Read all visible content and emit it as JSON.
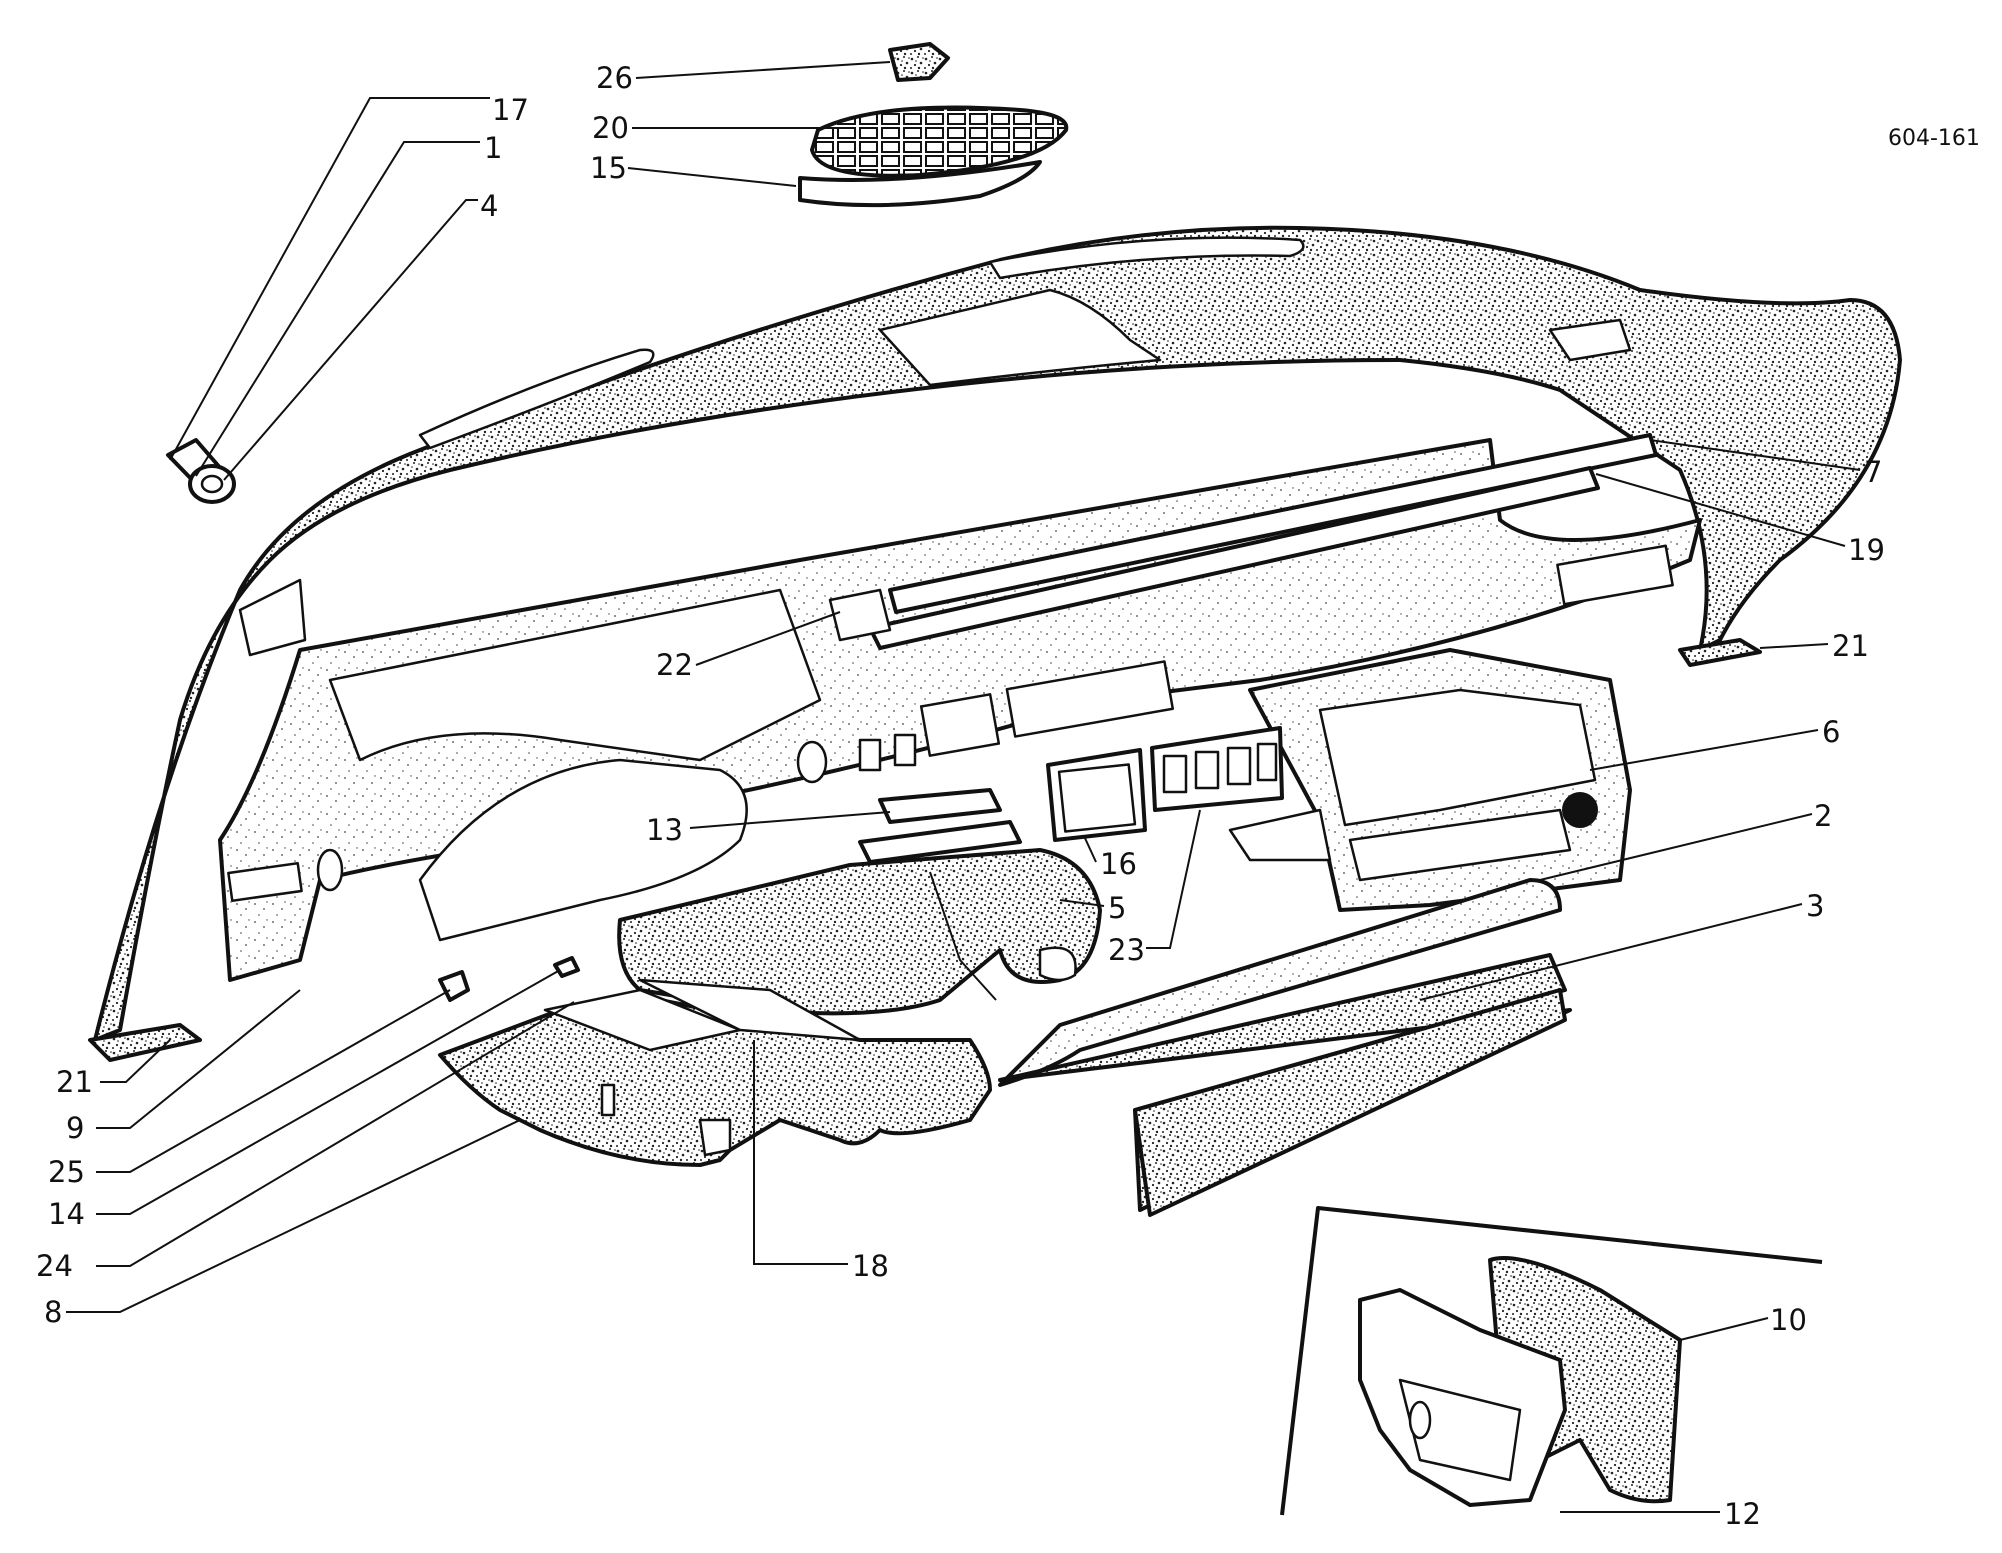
{
  "drawing_code": "604-161",
  "labels": [
    {
      "id": "26",
      "text": "26"
    },
    {
      "id": "20",
      "text": "20"
    },
    {
      "id": "15",
      "text": "15"
    },
    {
      "id": "17",
      "text": "17"
    },
    {
      "id": "1",
      "text": "1"
    },
    {
      "id": "4",
      "text": "4"
    },
    {
      "id": "7",
      "text": "7"
    },
    {
      "id": "19",
      "text": "19"
    },
    {
      "id": "21a",
      "text": "21"
    },
    {
      "id": "22",
      "text": "22"
    },
    {
      "id": "6",
      "text": "6"
    },
    {
      "id": "2",
      "text": "2"
    },
    {
      "id": "13",
      "text": "13"
    },
    {
      "id": "16",
      "text": "16"
    },
    {
      "id": "5",
      "text": "5"
    },
    {
      "id": "3",
      "text": "3"
    },
    {
      "id": "23",
      "text": "23"
    },
    {
      "id": "21b",
      "text": "21"
    },
    {
      "id": "9",
      "text": "9"
    },
    {
      "id": "25",
      "text": "25"
    },
    {
      "id": "14",
      "text": "14"
    },
    {
      "id": "24",
      "text": "24"
    },
    {
      "id": "8",
      "text": "8"
    },
    {
      "id": "18",
      "text": "18"
    },
    {
      "id": "10",
      "text": "10"
    },
    {
      "id": "12",
      "text": "12"
    }
  ]
}
